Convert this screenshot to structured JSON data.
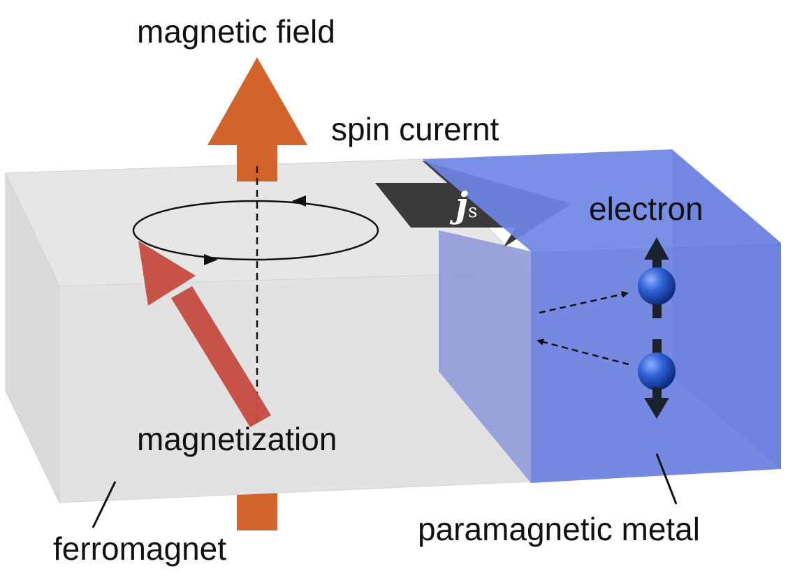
{
  "labels": {
    "magnetic_field": "magnetic field",
    "spin_current": "spin curernt",
    "electron": "electron",
    "magnetization": "magnetization",
    "ferromagnet": "ferromagnet",
    "paramagnetic_metal": "paramagnetic metal",
    "js_symbol": "j",
    "js_subscript": "s"
  },
  "colors": {
    "ferromagnet": "#dcdcdc",
    "paramagnetic_metal": "#6d82e0",
    "field_arrow": "#d2632a",
    "magnetization_arrow": "#c44a3f",
    "spin_current_arrow": "#3a3a3a",
    "electron_sphere": "#2b5fcf"
  }
}
